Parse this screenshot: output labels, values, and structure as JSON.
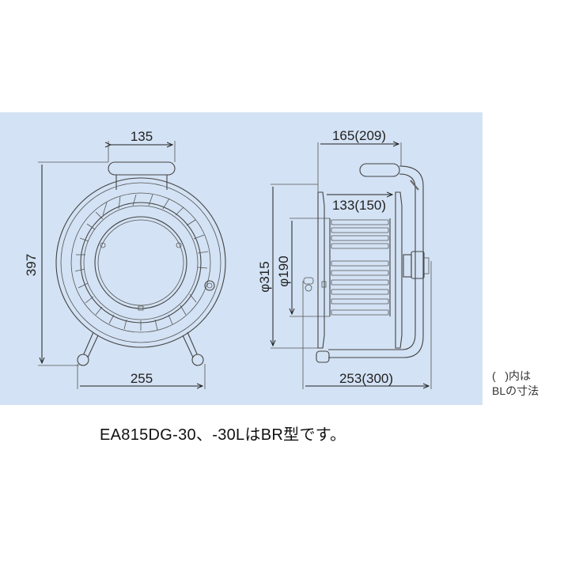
{
  "figure": {
    "background_color": "#d3e2f4",
    "line_color": "#444444",
    "front_view": {
      "dimensions": {
        "handle_width": "135",
        "overall_height": "397",
        "base_width": "255"
      }
    },
    "side_view": {
      "dimensions": {
        "overall_depth": "165(209)",
        "drum_width": "133(150)",
        "flange_diameter": "φ315",
        "drum_diameter": "φ190",
        "base_depth": "253(300)"
      }
    }
  },
  "note": {
    "line1": "(   )内は",
    "line2": "BLの寸法"
  },
  "caption": "EA815DG-30、-30LはBR型です。"
}
